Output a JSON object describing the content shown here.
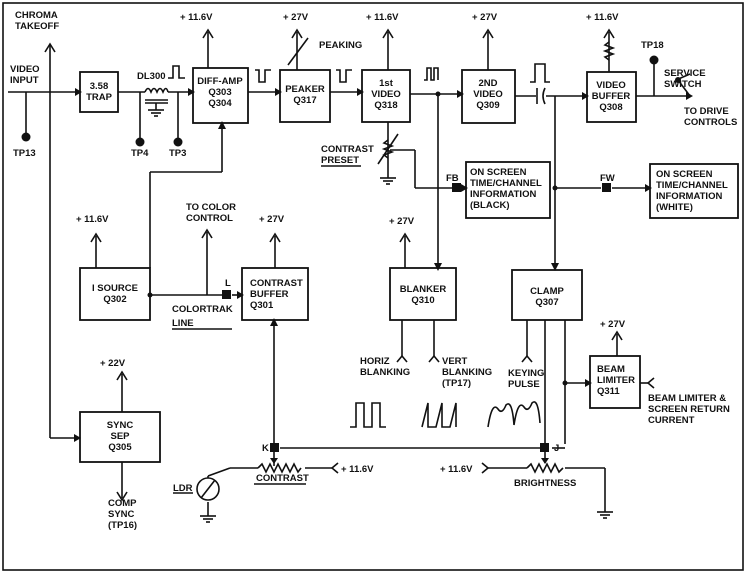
{
  "labels": {
    "chroma_takeoff": [
      "CHROMA",
      "TAKEOFF"
    ],
    "video_input": [
      "VIDEO",
      "INPUT"
    ],
    "tp13": "TP13",
    "tp4": "TP4",
    "tp3": "TP3",
    "dl300": "DL300",
    "peaking": "PEAKING",
    "contrast_preset": [
      "CONTRAST",
      "PRESET"
    ],
    "tp18": "TP18",
    "service_switch": [
      "SERVICE",
      "SWITCH"
    ],
    "to_drive_controls": [
      "TO DRIVE",
      "CONTROLS"
    ],
    "fb": "FB",
    "fw": "FW",
    "to_color_control": [
      "TO COLOR",
      "CONTROL"
    ],
    "colortrak_line": [
      "COLORTRAK",
      "LINE"
    ],
    "l": "L",
    "k": "K",
    "j": "J",
    "horiz_blanking": [
      "HORIZ",
      "BLANKING"
    ],
    "vert_blanking": [
      "VERT",
      "BLANKING",
      "(TP17)"
    ],
    "keying_pulse": [
      "KEYING",
      "PULSE"
    ],
    "beam_limiter_return": [
      "BEAM LIMITER &",
      "SCREEN RETURN",
      "CURRENT"
    ],
    "comp_sync": [
      "COMP",
      "SYNC",
      "(TP16)"
    ],
    "ldr": "LDR",
    "contrast": "CONTRAST",
    "brightness": "BRIGHTNESS"
  },
  "supplies": {
    "v116": "+ 11.6V",
    "v27": "+ 27V",
    "v22": "+ 22V"
  },
  "blocks": {
    "trap": [
      "3.58",
      "TRAP"
    ],
    "diffamp": [
      "DIFF-AMP",
      "Q303",
      "Q304"
    ],
    "peaker": [
      "PEAKER",
      "Q317"
    ],
    "video1": [
      "1st",
      "VIDEO",
      "Q318"
    ],
    "video2": [
      "2ND",
      "VIDEO",
      "Q309"
    ],
    "buffer": [
      "VIDEO",
      "BUFFER",
      "Q308"
    ],
    "osd_black": [
      "ON SCREEN",
      "TIME/CHANNEL",
      "INFORMATION",
      "(BLACK)"
    ],
    "osd_white": [
      "ON SCREEN",
      "TIME/CHANNEL",
      "INFORMATION",
      "(WHITE)"
    ],
    "isource": [
      "I SOURCE",
      "Q302"
    ],
    "contrast_buffer": [
      "CONTRAST",
      "BUFFER",
      "Q301"
    ],
    "blanker": [
      "BLANKER",
      "Q310"
    ],
    "clamp": [
      "CLAMP",
      "Q307"
    ],
    "beam_limiter": [
      "BEAM",
      "LIMITER",
      "Q311"
    ],
    "sync_sep": [
      "SYNC",
      "SEP",
      "Q305"
    ]
  }
}
